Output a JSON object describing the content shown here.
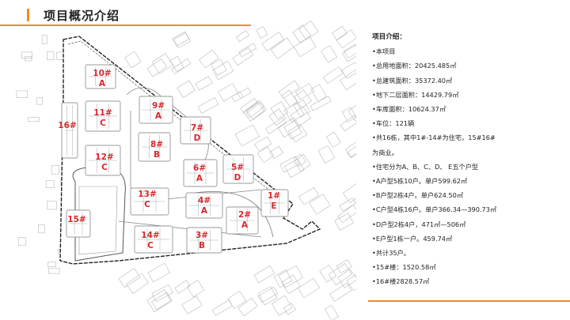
{
  "header": {
    "title": "项目概况介绍",
    "accent_color": "#f08c1e"
  },
  "site_plan": {
    "label_color": "#d8272e",
    "buildings": [
      {
        "no": "10#",
        "type": "A"
      },
      {
        "no": "9#",
        "type": "A"
      },
      {
        "no": "11#",
        "type": "C"
      },
      {
        "no": "7#",
        "type": "D"
      },
      {
        "no": "8#",
        "type": "B"
      },
      {
        "no": "16#",
        "type": ""
      },
      {
        "no": "12#",
        "type": "C"
      },
      {
        "no": "6#",
        "type": "A"
      },
      {
        "no": "5#",
        "type": "D"
      },
      {
        "no": "13#",
        "type": "C"
      },
      {
        "no": "4#",
        "type": "A"
      },
      {
        "no": "1#",
        "type": "E"
      },
      {
        "no": "15#",
        "type": ""
      },
      {
        "no": "2#",
        "type": "A"
      },
      {
        "no": "14#",
        "type": "C"
      },
      {
        "no": "3#",
        "type": "B"
      }
    ]
  },
  "info": {
    "heading": "项目介绍：",
    "lines": [
      "•本项目",
      "•总用地面积：20425.485㎡",
      "•总建筑面积：35372.40㎡",
      "•地下二层面积：14429.79㎡",
      "•车库面积：10624.37㎡",
      "•车位：121辆",
      "•共16栋，其中1#-14#为住宅，15#16#",
      "为商业。",
      "•住宅分为A、B、C、D、 E五个户型",
      "•A户型5栋10户。单户599.62㎡",
      "•B户型2栋4户。单户624.50㎡",
      "•C户型4栋16户。单户366.34—390.73㎡",
      "•D户型2栋4户，471㎡—506㎡",
      "•E户型1栋一户。459.74㎡",
      "•共计35户。",
      "•15#楼：1520.58㎡",
      "•16#楼2828.57㎡"
    ]
  }
}
